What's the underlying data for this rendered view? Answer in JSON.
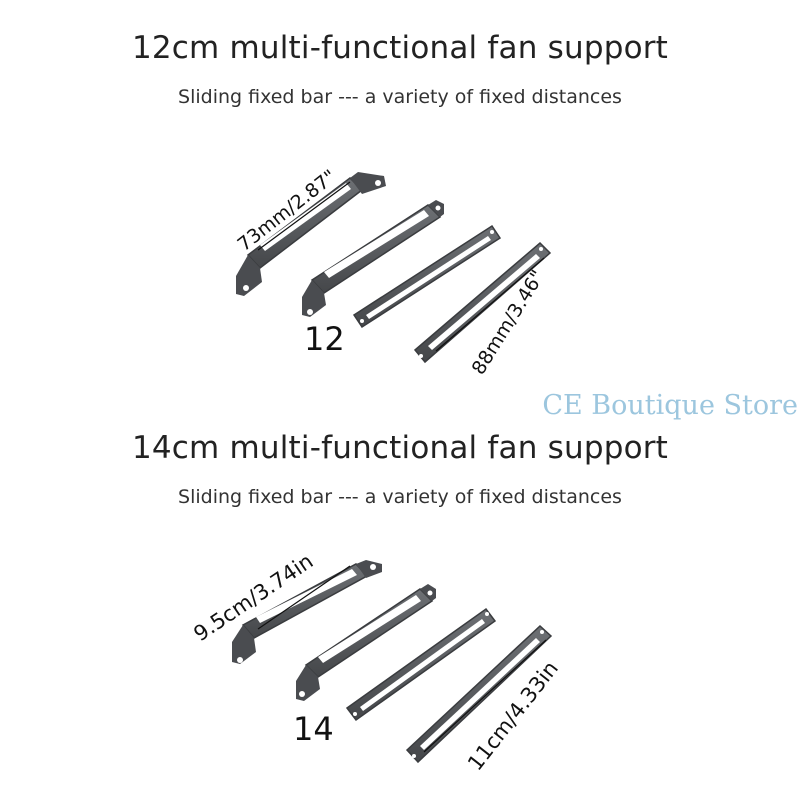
{
  "section_12": {
    "title": "12cm multi-functional fan support",
    "subtitle": "Sliding fixed bar --- a variety of fixed distances",
    "size_label": "12",
    "dim_short": "73mm/2.87\"",
    "dim_long": "88mm/3.46\""
  },
  "section_14": {
    "title": "14cm multi-functional fan support",
    "subtitle": "Sliding fixed bar --- a variety of fixed distances",
    "size_label": "14",
    "dim_short": "9.5cm/3.74in",
    "dim_long": "11cm/4.33in"
  },
  "watermark": "CE Boutique Store",
  "colors": {
    "metal": "#5b5e62",
    "metal_dark": "#3a3c3f",
    "slot": "#ffffff",
    "watermark": "#9cc6de"
  }
}
